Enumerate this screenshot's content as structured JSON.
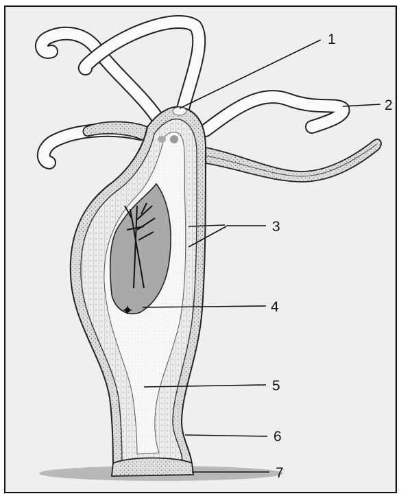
{
  "diagram": {
    "labels": [
      {
        "id": "1",
        "text": "1"
      },
      {
        "id": "2",
        "text": "2"
      },
      {
        "id": "3",
        "text": "3"
      },
      {
        "id": "4",
        "text": "4"
      },
      {
        "id": "5",
        "text": "5"
      },
      {
        "id": "6",
        "text": "6"
      },
      {
        "id": "7",
        "text": "7"
      }
    ],
    "subject": "hydra-longitudinal-section"
  },
  "colors": {
    "background": "#efefef",
    "outline": "#222222",
    "ectoderm": "#e4e4e4",
    "endoderm": "#dcdcdc",
    "cavity": "#f7f7f7",
    "bud": "#a9a9a9",
    "tentacle": "#fbfbfb",
    "ground_shadow": "#b8b8b8"
  }
}
